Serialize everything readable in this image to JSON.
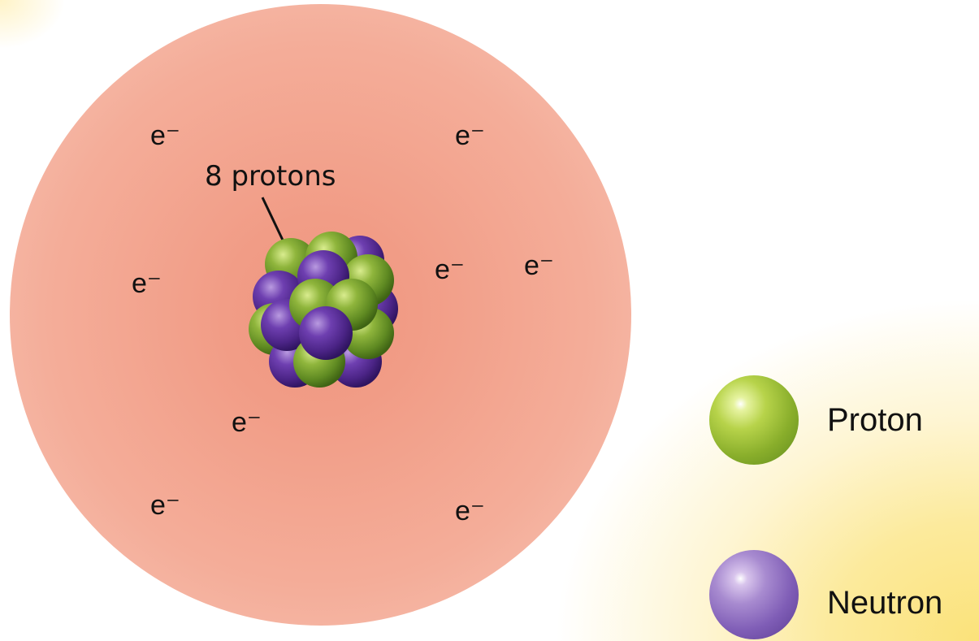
{
  "diagram": {
    "callout": "8 protons",
    "electron_symbol": "e⁻",
    "electrons": [
      "e⁻",
      "e⁻",
      "e⁻",
      "e⁻",
      "e⁻",
      "e⁻",
      "e⁻",
      "e⁻"
    ],
    "legend": {
      "proton": "Proton",
      "neutron": "Neutron"
    },
    "colors": {
      "proton": "#8db33a",
      "neutron": "#6b3fa0",
      "electron_cloud": "#f3a691",
      "background_glow": "#fbe27a"
    }
  }
}
